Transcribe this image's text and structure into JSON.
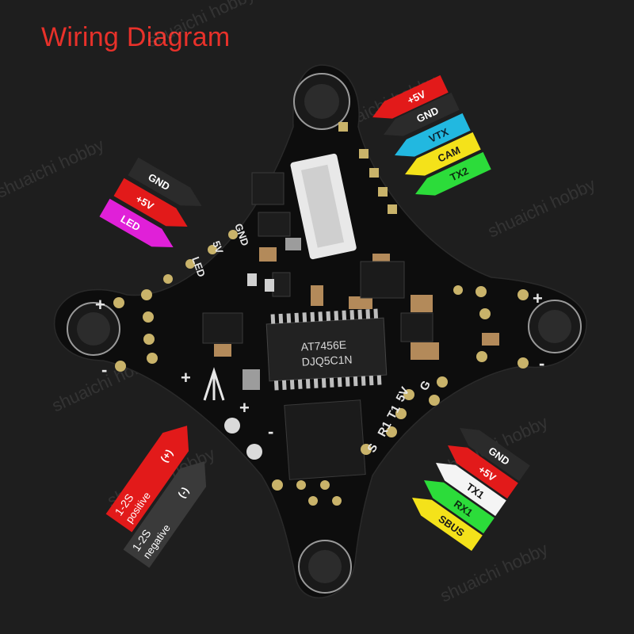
{
  "title": "Wiring Diagram",
  "watermark": "shuaichi hobby",
  "chip_label": "AT7456E",
  "chip_code": "DJQ5C1N",
  "pad_silkscreen": [
    "GND",
    "5V",
    "LED"
  ],
  "uart_silkscreen": [
    "S",
    "R1",
    "T1",
    "5V",
    "G"
  ],
  "power_marks": {
    "plus": "+",
    "minus": "-"
  },
  "labels": {
    "top_right": [
      {
        "text": "+5V",
        "color": "#e21a1a",
        "text_color": "#ffffff"
      },
      {
        "text": "GND",
        "color": "#2b2b2b",
        "text_color": "#ffffff"
      },
      {
        "text": "VTX",
        "color": "#22b8e0",
        "text_color": "#0b2230"
      },
      {
        "text": "CAM",
        "color": "#f4e21a",
        "text_color": "#1a1a1a"
      },
      {
        "text": "TX2",
        "color": "#2cdc3a",
        "text_color": "#0c2a10"
      }
    ],
    "top_left": [
      {
        "text": "GND",
        "color": "#2b2b2b",
        "text_color": "#ffffff"
      },
      {
        "text": "+5V",
        "color": "#e21a1a",
        "text_color": "#ffffff"
      },
      {
        "text": "LED",
        "color": "#e020d8",
        "text_color": "#ffffff"
      }
    ],
    "bottom_right": [
      {
        "text": "GND",
        "color": "#2b2b2b",
        "text_color": "#ffffff"
      },
      {
        "text": "+5V",
        "color": "#e21a1a",
        "text_color": "#ffffff"
      },
      {
        "text": "TX1",
        "color": "#f4f4f4",
        "text_color": "#111111"
      },
      {
        "text": "RX1",
        "color": "#2cdc3a",
        "text_color": "#0c2a10"
      },
      {
        "text": "SBUS",
        "color": "#f4e21a",
        "text_color": "#1a1a1a"
      }
    ],
    "bottom_left": [
      {
        "line1": "1-2S",
        "line2": "positive",
        "suffix": "(+)",
        "color": "#e21a1a",
        "text_color": "#ffffff"
      },
      {
        "line1": "1-2S",
        "line2": "negative",
        "suffix": "(-)",
        "color": "#3a3a3a",
        "text_color": "#ffffff"
      }
    ]
  },
  "colors": {
    "background": "#1e1e1e",
    "board": "#0d0d0d",
    "title": "#e8312a"
  }
}
